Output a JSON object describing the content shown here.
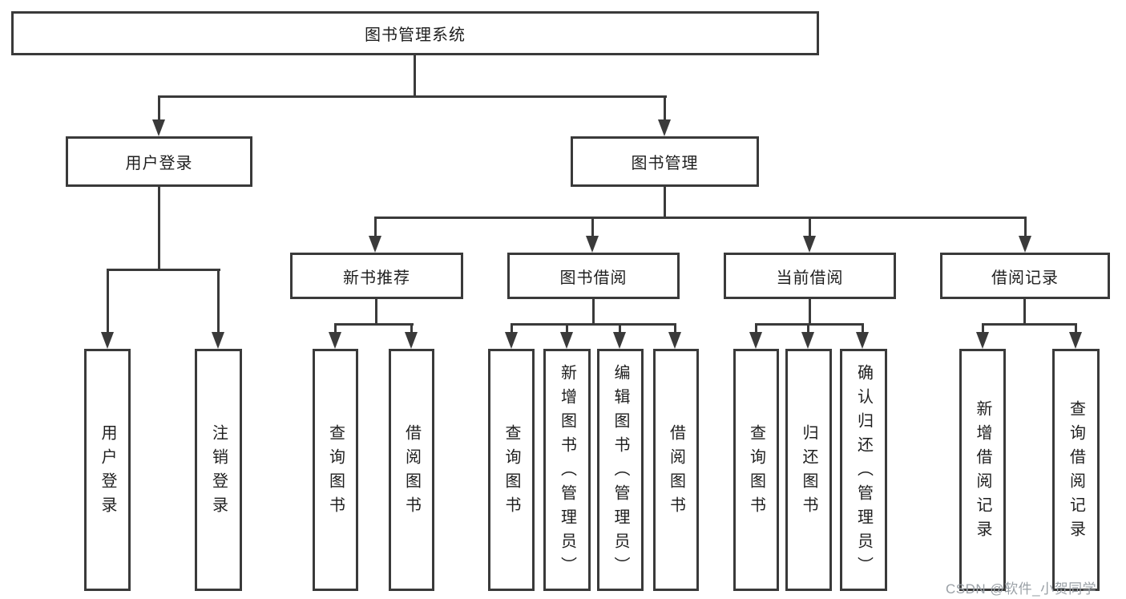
{
  "diagram": {
    "tree": {
      "root": {
        "label": "图书管理系统"
      },
      "children": [
        {
          "label": "用户登录",
          "children": [
            {
              "label": "用户登录"
            },
            {
              "label": "注销登录"
            }
          ]
        },
        {
          "label": "图书管理",
          "children": [
            {
              "label": "新书推荐",
              "children": [
                {
                  "label": "查询图书"
                },
                {
                  "label": "借阅图书"
                }
              ]
            },
            {
              "label": "图书借阅",
              "children": [
                {
                  "label": "查询图书"
                },
                {
                  "label": "新增图书（管理员）"
                },
                {
                  "label": "编辑图书（管理员）"
                },
                {
                  "label": "借阅图书"
                }
              ]
            },
            {
              "label": "当前借阅",
              "children": [
                {
                  "label": "查询图书"
                },
                {
                  "label": "归还图书"
                },
                {
                  "label": "确认归还（管理员）"
                }
              ]
            },
            {
              "label": "借阅记录",
              "children": [
                {
                  "label": "新增借阅记录"
                },
                {
                  "label": "查询借阅记录"
                }
              ]
            }
          ]
        }
      ]
    },
    "watermark": "CSDN @软件_小贺同学",
    "colors": {
      "line": "#3a3a3a",
      "text": "#1f1f1f",
      "watermark": "#9aa0a6",
      "background": "#ffffff"
    }
  }
}
